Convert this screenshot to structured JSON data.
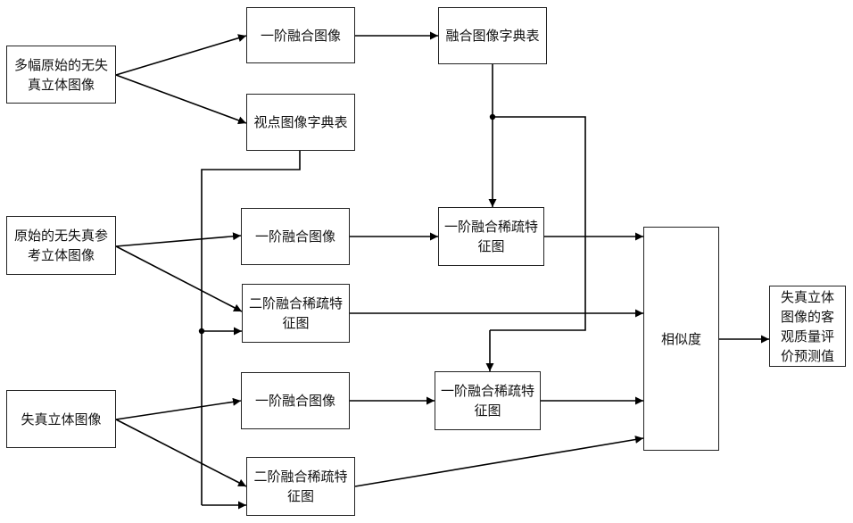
{
  "nodes": {
    "multi_source": "多幅原始的无失真立体图像",
    "first_fused_top": "一阶融合图像",
    "fused_dict": "融合图像字典表",
    "viewpoint_dict": "视点图像字典表",
    "ref_source": "原始的无失真参考立体图像",
    "ref_first_fused": "一阶融合图像",
    "ref_first_sparse": "一阶融合稀疏特征图",
    "ref_second_sparse": "二阶融合稀疏特征图",
    "dist_source": "失真立体图像",
    "dist_first_fused": "一阶融合图像",
    "dist_first_sparse": "一阶融合稀疏特征图",
    "dist_second_sparse": "二阶融合稀疏特征图",
    "similarity": "相似度",
    "output": "失真立体图像的客观质量评价预测值"
  },
  "colors": {
    "line": "#000000",
    "border": "#222222"
  }
}
